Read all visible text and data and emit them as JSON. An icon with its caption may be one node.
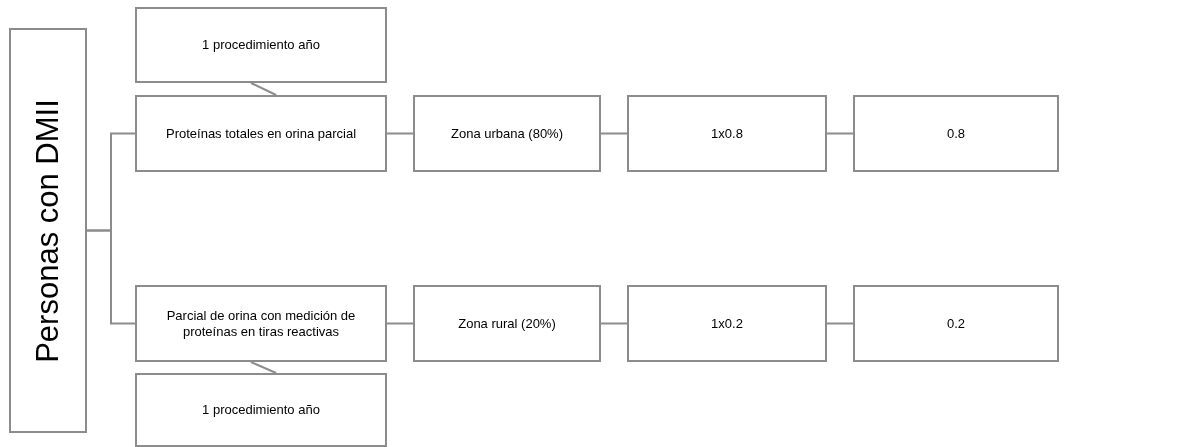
{
  "diagram": {
    "nodes": [
      {
        "text": [
          "Personas con DMII"
        ]
      },
      {
        "text": [
          "1 procedimiento año"
        ]
      },
      {
        "text": [
          "Proteínas totales en orina parcial"
        ]
      },
      {
        "text": [
          "Zona urbana (80%)"
        ]
      },
      {
        "text": [
          "1x0.8"
        ]
      },
      {
        "text": [
          "0.8"
        ]
      },
      {
        "text": [
          "Parcial de orina con medición de proteínas en tiras reactivas"
        ]
      },
      {
        "text": [
          "Zona rural (20%)"
        ]
      },
      {
        "text": [
          "1x0.2"
        ]
      },
      {
        "text": [
          "0.2"
        ]
      },
      {
        "text": [
          "1 procedimiento año"
        ]
      }
    ],
    "edges": [
      {
        "from": 0,
        "to": 2,
        "arrow": "none"
      },
      {
        "from": 0,
        "to": 6,
        "arrow": "none"
      },
      {
        "from": 1,
        "to": 2,
        "arrow": "none"
      },
      {
        "from": 2,
        "to": 3,
        "arrow": "none"
      },
      {
        "from": 3,
        "to": 4,
        "arrow": "none"
      },
      {
        "from": 4,
        "to": 5,
        "arrow": "none"
      },
      {
        "from": 6,
        "to": 7,
        "arrow": "none"
      },
      {
        "from": 7,
        "to": 8,
        "arrow": "none"
      },
      {
        "from": 8,
        "to": 9,
        "arrow": "none"
      },
      {
        "from": 6,
        "to": 10,
        "arrow": "none"
      }
    ]
  }
}
